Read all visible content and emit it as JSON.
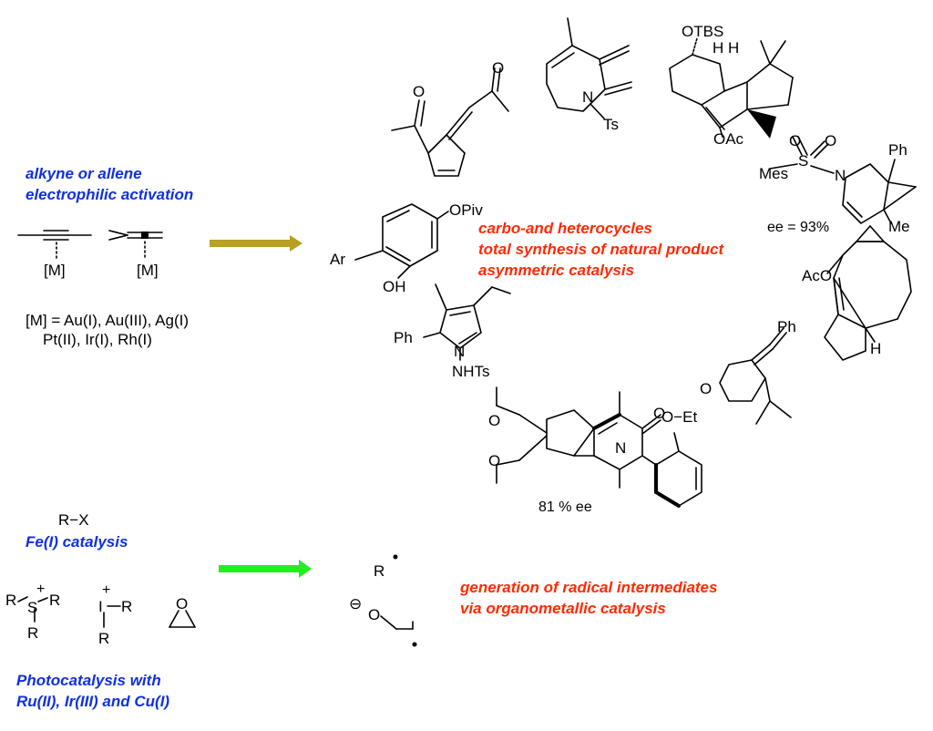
{
  "colors": {
    "blue": "#1030e0",
    "red": "#ff2a00",
    "olive_arrow": "#b8a020",
    "green_arrow": "#22ee22"
  },
  "left": {
    "activation_line1": "alkyne or allene",
    "activation_line2": "electrophilic activation",
    "metal_label_1": "[M]",
    "metal_label_2": "[M]",
    "metals_line1": "[M] = Au(I), Au(III), Ag(I)",
    "metals_line2": "Pt(II), Ir(I), Rh(I)",
    "rx": "R−X",
    "fe": "Fe(I) catalysis",
    "photo_line1": "Photocatalysis with",
    "photo_line2": "Ru(II), Ir(III) and Cu(I)"
  },
  "red": {
    "line1": "carbo-and heterocycles",
    "line2": "total synthesis of natural product",
    "line3": "asymmetric catalysis",
    "radical1": "generation of radical intermediates",
    "radical2": "via organometallic catalysis"
  },
  "labels": {
    "oac": "OAc",
    "otbs": "OTBS",
    "hh": "H H",
    "ts": "Ts",
    "n": "N",
    "mes": "Mes",
    "s": "S",
    "o": "O",
    "ph": "Ph",
    "me": "Me",
    "ee93": "ee = 93%",
    "opiv": "OPiv",
    "ar": "Ar",
    "oh": "OH",
    "nhts": "NHTs",
    "aco": "AcO",
    "h": "H",
    "oet": "O−Et",
    "ee81": "81 % ee",
    "r": "R",
    "plus": "+",
    "i": "I",
    "minus": "−",
    "ominus": "⊖"
  }
}
